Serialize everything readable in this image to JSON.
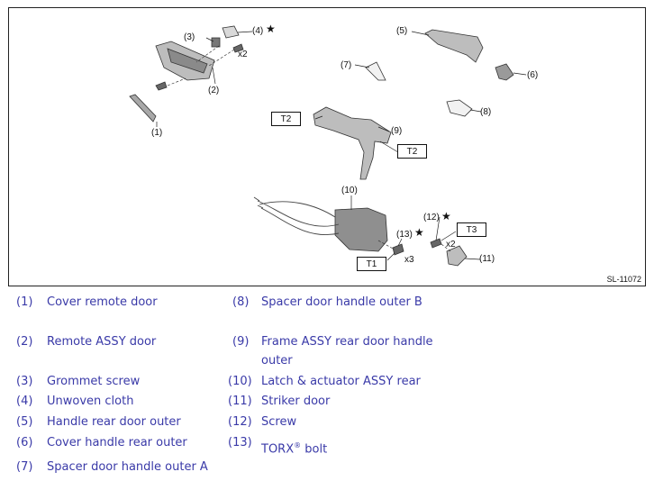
{
  "figure": {
    "id": "SL-11072",
    "callouts": {
      "c1": "(1)",
      "c2": "(2)",
      "c3": "(3)",
      "c4": "(4)",
      "c5": "(5)",
      "c6": "(6)",
      "c7": "(7)",
      "c8": "(8)",
      "c9": "(9)",
      "c10": "(10)",
      "c11": "(11)",
      "c12": "(12)",
      "c13": "(13)"
    },
    "star": "★",
    "quantities": {
      "q2": "x2",
      "q2b": "x2",
      "q3": "x3"
    },
    "torque": {
      "t2a": "T2",
      "t2b": "T2",
      "t3": "T3",
      "t1": "T1"
    }
  },
  "legend": [
    {
      "num": "(1)",
      "text": "Cover remote door"
    },
    {
      "num": "(2)",
      "text": "Remote ASSY door"
    },
    {
      "num": "(3)",
      "text": "Grommet screw"
    },
    {
      "num": "(4)",
      "text": "Unwoven cloth"
    },
    {
      "num": "(5)",
      "text": "Handle rear door outer"
    },
    {
      "num": "(6)",
      "text": "Cover handle rear outer"
    },
    {
      "num": "(7)",
      "text": "Spacer door handle outer A"
    },
    {
      "num": "(8)",
      "text": "Spacer door handle outer B"
    },
    {
      "num": "(9)",
      "text": "Frame ASSY rear door handle",
      "text2": "outer"
    },
    {
      "num": "(10)",
      "text": "Latch & actuator ASSY rear"
    },
    {
      "num": "(11)",
      "text": "Striker door"
    },
    {
      "num": "(12)",
      "text": "Screw"
    },
    {
      "num": "(13)",
      "text": "TORX",
      "sup": "®",
      "tail": " bolt"
    }
  ]
}
